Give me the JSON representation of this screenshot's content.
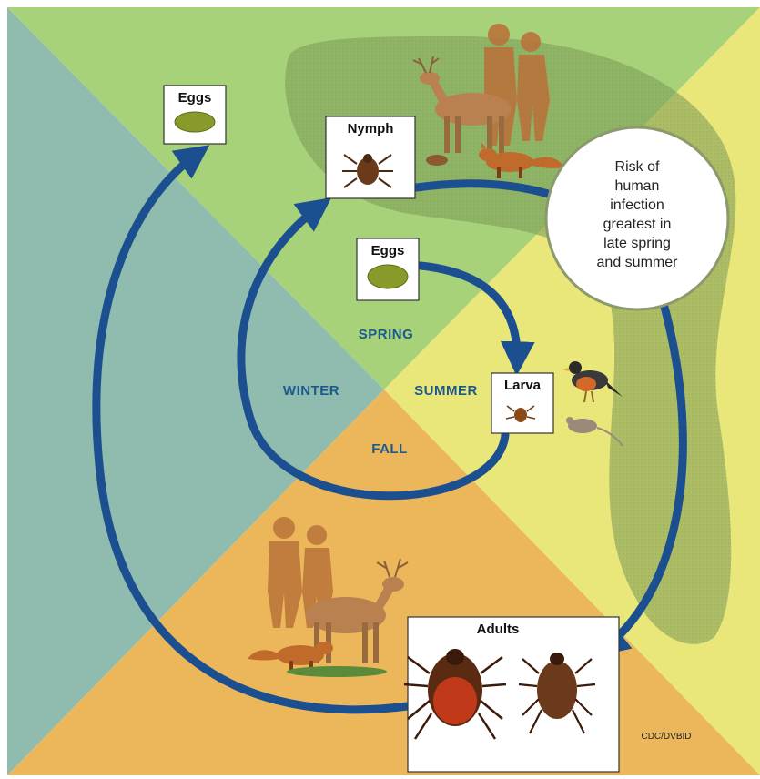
{
  "seasons": {
    "spring": "SPRING",
    "summer": "SUMMER",
    "fall": "FALL",
    "winter": "WINTER"
  },
  "stages": {
    "eggs_top": "Eggs",
    "eggs_center": "Eggs",
    "nymph": "Nymph",
    "larva": "Larva",
    "adults": "Adults"
  },
  "risk_callout": {
    "lines": [
      "Risk of",
      "human",
      "infection",
      "greatest in",
      "late spring",
      "and summer"
    ]
  },
  "credit": "CDC/DVBID",
  "colors": {
    "winter": "#8fbcae",
    "spring": "#a8d27a",
    "summer": "#e9e77a",
    "fall": "#ecb75a",
    "arrow": "#1c4f8f",
    "risk_zone": "#7c9a55",
    "human": "#b9733a"
  }
}
